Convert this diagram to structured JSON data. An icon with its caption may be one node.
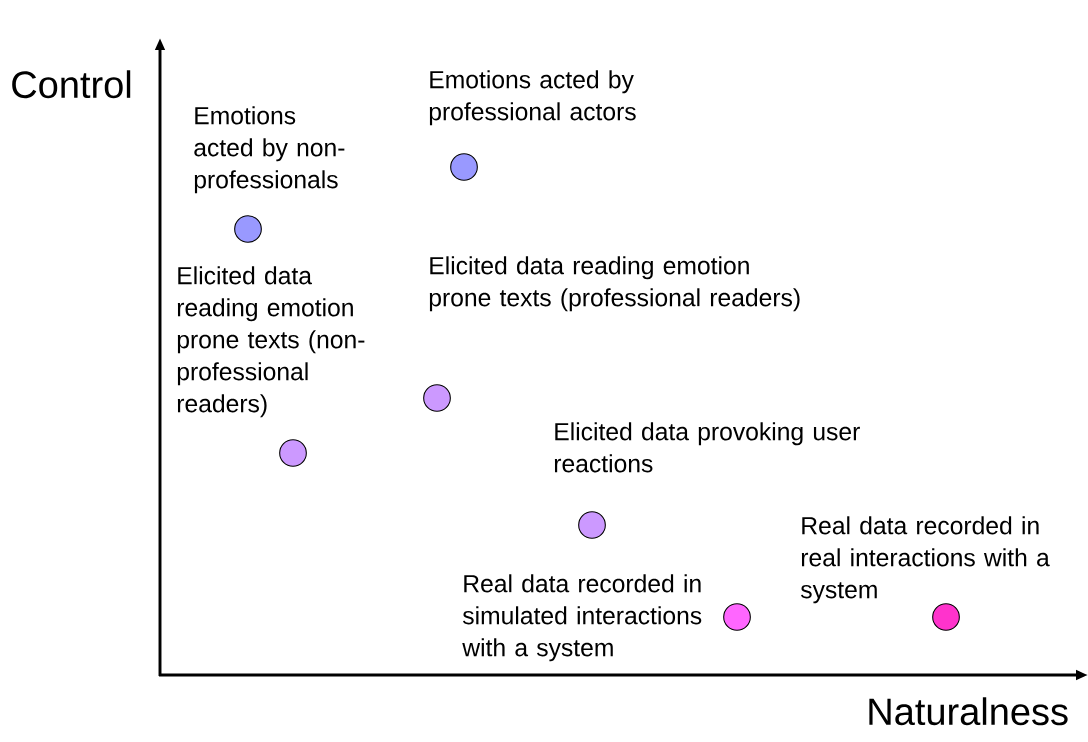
{
  "diagram": {
    "nodes": [
      {
        "text": [],
        "shape": "circle",
        "beside": [
          "Emotions acted by non-professionals"
        ]
      },
      {
        "text": [],
        "shape": "circle",
        "beside": [
          "Emotions acted by professional actors"
        ]
      },
      {
        "text": [],
        "shape": "circle",
        "beside": [
          "Elicited data reading emotion prone texts (non-professional readers)"
        ]
      },
      {
        "text": [],
        "shape": "circle",
        "beside": [
          "Elicited data reading emotion prone texts (professional readers)"
        ]
      },
      {
        "text": [],
        "shape": "circle",
        "beside": [
          "Elicited data provoking user reactions"
        ]
      },
      {
        "text": [],
        "shape": "circle",
        "beside": [
          "Real data recorded in simulated interactions with a system"
        ]
      },
      {
        "text": [],
        "shape": "circle",
        "beside": [
          "Real data recorded in real interactions with a system"
        ]
      }
    ],
    "edges": [],
    "labels": [
      "Control",
      "Naturalness"
    ]
  }
}
